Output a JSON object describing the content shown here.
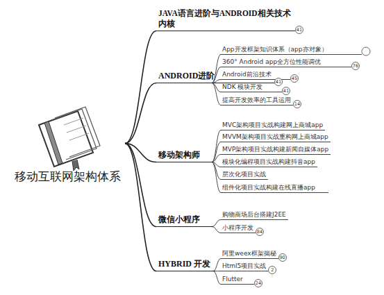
{
  "diagram": {
    "nodes": [
      {
        "text": [
          "移动互联网架构体系"
        ]
      },
      {
        "text": [
          "JAVA语言进阶与ANDROID相关技术内核"
        ]
      },
      {
        "text": [
          "ANDROID进阶"
        ]
      },
      {
        "text": [
          "App开发框架知识体系（app亦对象）"
        ]
      },
      {
        "text": [
          "360° Android app全方位性能调优"
        ]
      },
      {
        "text": [
          "Android前沿技术"
        ]
      },
      {
        "text": [
          "NDK 模块开发"
        ]
      },
      {
        "text": [
          "提高开发效率的工具运用"
        ]
      },
      {
        "text": [
          "移动架构师"
        ]
      },
      {
        "text": [
          "MVC架构项目实战构建网上商城app"
        ]
      },
      {
        "text": [
          "MVVM架构项目实战重构网上商城app"
        ]
      },
      {
        "text": [
          "MVP架构项目实战构建新闻自媒体app"
        ]
      },
      {
        "text": [
          "模块化编程项目实战构建抖音app"
        ]
      },
      {
        "text": [
          "层次化项目实战"
        ]
      },
      {
        "text": [
          "组件化项目实战构建在线直播app"
        ]
      },
      {
        "text": [
          "微信小程序"
        ]
      },
      {
        "text": [
          "购物商场后台搭建J2EE"
        ]
      },
      {
        "text": [
          "小程序开发"
        ]
      },
      {
        "text": [
          "HYBRID 开发"
        ]
      },
      {
        "text": [
          "阿里weex框架揭秘"
        ]
      },
      {
        "text": [
          "Html5项目实战"
        ]
      },
      {
        "text": [
          "Flutter"
        ]
      }
    ],
    "edges": [
      {
        "from": 0,
        "to": 1,
        "arrow": "none"
      },
      {
        "from": 0,
        "to": 2,
        "arrow": "none"
      },
      {
        "from": 2,
        "to": 3,
        "arrow": "none"
      },
      {
        "from": 2,
        "to": 4,
        "arrow": "none"
      },
      {
        "from": 2,
        "to": 5,
        "arrow": "none"
      },
      {
        "from": 2,
        "to": 6,
        "arrow": "none"
      },
      {
        "from": 2,
        "to": 7,
        "arrow": "none"
      },
      {
        "from": 0,
        "to": 8,
        "arrow": "none"
      },
      {
        "from": 8,
        "to": 9,
        "arrow": "none"
      },
      {
        "from": 8,
        "to": 10,
        "arrow": "none"
      },
      {
        "from": 8,
        "to": 11,
        "arrow": "none"
      },
      {
        "from": 8,
        "to": 12,
        "arrow": "none"
      },
      {
        "from": 8,
        "to": 13,
        "arrow": "none"
      },
      {
        "from": 8,
        "to": 14,
        "arrow": "none"
      },
      {
        "from": 0,
        "to": 15,
        "arrow": "none"
      },
      {
        "from": 15,
        "to": 16,
        "arrow": "none"
      },
      {
        "from": 15,
        "to": 17,
        "arrow": "none"
      },
      {
        "from": 0,
        "to": 18,
        "arrow": "none"
      },
      {
        "from": 18,
        "to": 19,
        "arrow": "none"
      },
      {
        "from": 18,
        "to": 20,
        "arrow": "none"
      },
      {
        "from": 18,
        "to": 21,
        "arrow": "none"
      }
    ],
    "labels": [
      "41",
      "41",
      "76",
      "45",
      "41",
      "14",
      "84",
      "90",
      "2",
      "24"
    ]
  }
}
